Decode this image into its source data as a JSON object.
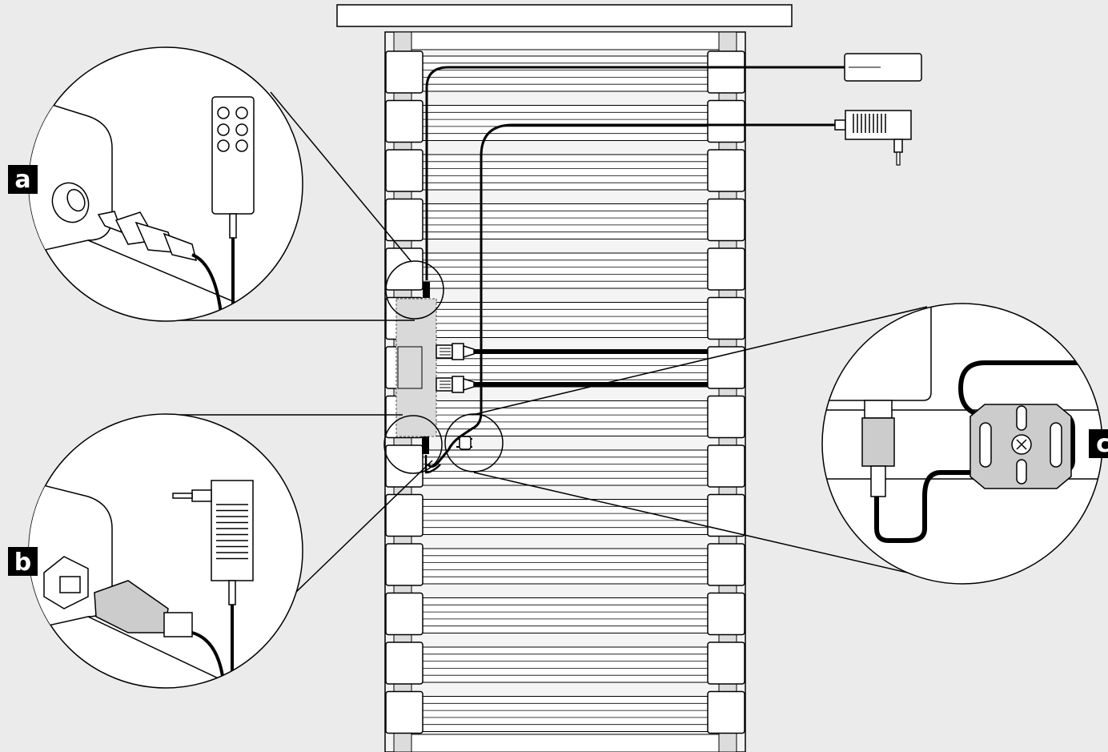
{
  "labels": {
    "a": "a",
    "b": "b",
    "c": "c"
  },
  "colors": {
    "background": "#ebebeb",
    "line": "#000000",
    "detail_fill": "#ffffff",
    "control_box": "#d9d9d9",
    "label_badge": "#000000"
  },
  "icons": {
    "remote": "handset-remote-icon",
    "adapter": "power-adapter-icon",
    "jack": "dc-jack-plug-icon",
    "strain_relief": "cable-strain-relief-icon"
  }
}
